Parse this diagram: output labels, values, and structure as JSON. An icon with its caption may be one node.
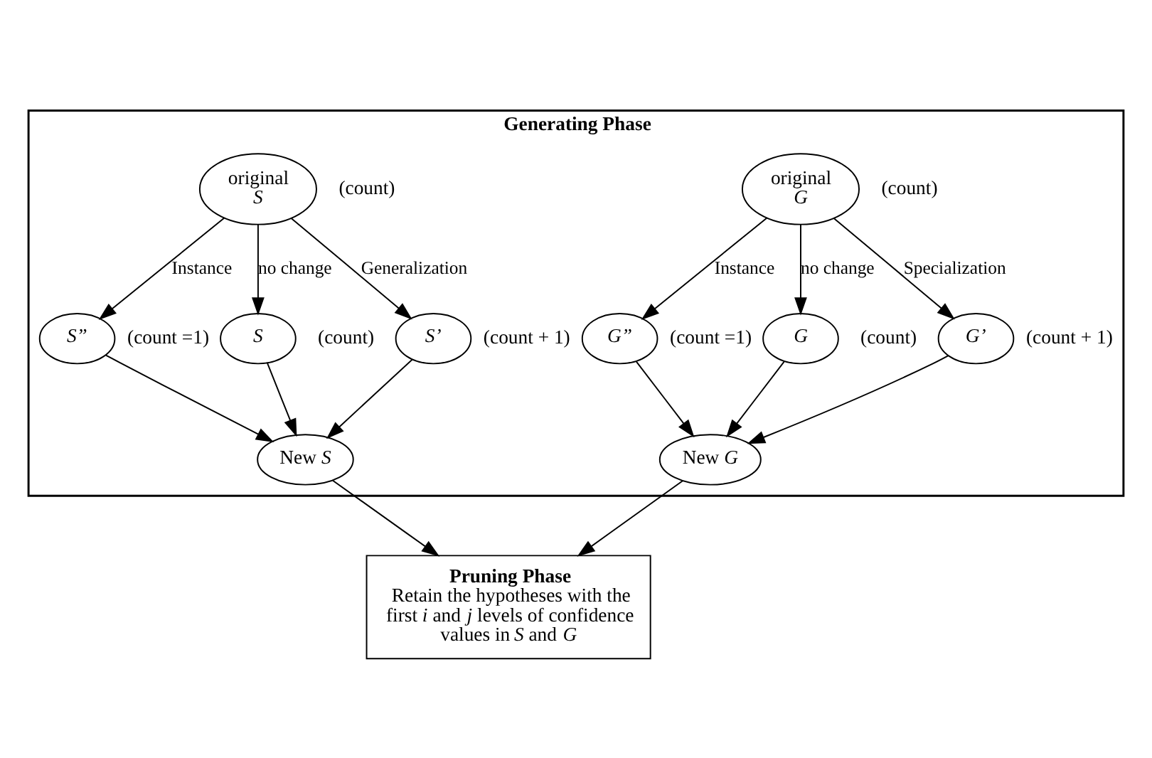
{
  "diagram": {
    "nodes": [
      {
        "text": [
          "Generating Phase"
        ]
      },
      {
        "text": [
          "original *S*"
        ],
        "in": 0,
        "beside": [
          "(count)"
        ]
      },
      {
        "text": [
          "S”"
        ],
        "in": 0,
        "beside": [
          "(count =1)"
        ]
      },
      {
        "text": [
          "S"
        ],
        "in": 0,
        "beside": [
          "(count)"
        ]
      },
      {
        "text": [
          "S’"
        ],
        "in": 0,
        "beside": [
          "(count + 1)"
        ]
      },
      {
        "text": [
          "New *S*"
        ],
        "in": 0
      },
      {
        "text": [
          "original *G*"
        ],
        "in": 0,
        "beside": [
          "(count)"
        ]
      },
      {
        "text": [
          "G”"
        ],
        "in": 0,
        "beside": [
          "(count =1)"
        ]
      },
      {
        "text": [
          "G"
        ],
        "in": 0,
        "beside": [
          "(count)"
        ]
      },
      {
        "text": [
          "G’"
        ],
        "in": 0,
        "beside": [
          "(count + 1)"
        ]
      },
      {
        "text": [
          "New *G*"
        ],
        "in": 0
      },
      {
        "text": [
          "Pruning Phase",
          "Retain the hypotheses with the first *i* and *j* levels of confidence values in *S* and *G*"
        ]
      }
    ],
    "edges": [
      {
        "from": 1,
        "to": 2,
        "arrow": "to",
        "label": "Instance"
      },
      {
        "from": 1,
        "to": 3,
        "arrow": "to",
        "label": "no change"
      },
      {
        "from": 1,
        "to": 4,
        "arrow": "to",
        "label": "Generalization"
      },
      {
        "from": 2,
        "to": 5,
        "arrow": "to"
      },
      {
        "from": 3,
        "to": 5,
        "arrow": "to"
      },
      {
        "from": 4,
        "to": 5,
        "arrow": "to"
      },
      {
        "from": 6,
        "to": 7,
        "arrow": "to",
        "label": "Instance"
      },
      {
        "from": 6,
        "to": 8,
        "arrow": "to",
        "label": "no change"
      },
      {
        "from": 6,
        "to": 9,
        "arrow": "to",
        "label": "Specialization"
      },
      {
        "from": 7,
        "to": 10,
        "arrow": "to"
      },
      {
        "from": 8,
        "to": 10,
        "arrow": "to"
      },
      {
        "from": 9,
        "to": 10,
        "arrow": "to"
      },
      {
        "from": 5,
        "to": 11,
        "arrow": "to"
      },
      {
        "from": 10,
        "to": 11,
        "arrow": "to"
      }
    ]
  }
}
